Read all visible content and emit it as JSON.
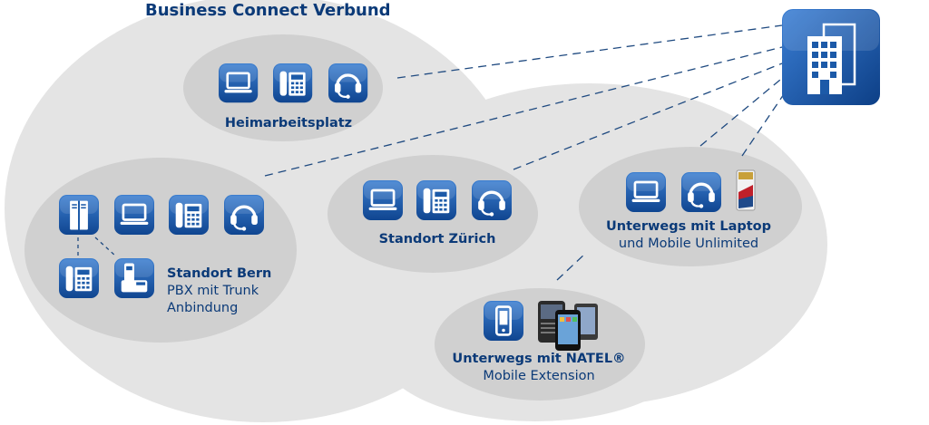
{
  "diagram": {
    "title": "Business Connect Verbund",
    "central_node": {
      "icon": "office-building-icon"
    },
    "groups": [
      {
        "id": "heimarbeitsplatz",
        "label": "Heimarbeitsplatz",
        "sublabel": "",
        "icons": [
          "laptop-icon",
          "desk-phone-icon",
          "headset-icon"
        ]
      },
      {
        "id": "standort-bern",
        "label": "Standort Bern",
        "sublabel_line1": "PBX mit Trunk",
        "sublabel_line2": "Anbindung",
        "icons": [
          "pbx-cabinet-icon",
          "laptop-icon",
          "desk-phone-icon",
          "headset-icon",
          "desk-phone-icon",
          "cordless-phone-icon"
        ]
      },
      {
        "id": "standort-zuerich",
        "label": "Standort Zürich",
        "sublabel": "",
        "icons": [
          "laptop-icon",
          "desk-phone-icon",
          "headset-icon"
        ]
      },
      {
        "id": "unterwegs-laptop",
        "label": "Unterwegs mit Laptop",
        "sublabel": "und Mobile Unlimited",
        "icons": [
          "laptop-icon",
          "headset-icon",
          "usb-modem-icon"
        ]
      },
      {
        "id": "unterwegs-natel",
        "label": "Unterwegs mit NATEL®",
        "sublabel": "Mobile Extension",
        "icons": [
          "mobile-phone-icon",
          "smartphones-icon"
        ]
      }
    ]
  },
  "colors": {
    "cloud_fill": "#e3e3e3",
    "bubble_fill": "#cfcfcf",
    "tile_blue": "#1c5aa8",
    "text_blue": "#0b3a78",
    "connector": "#1f4a80"
  }
}
